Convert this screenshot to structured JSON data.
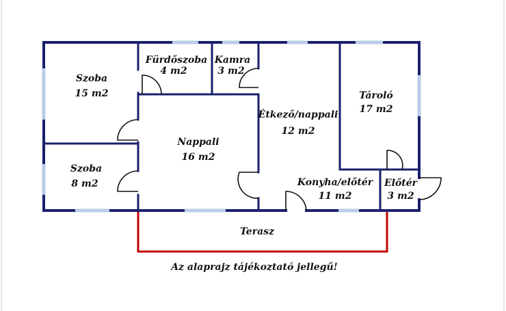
{
  "rooms": [
    {
      "name": "Szoba",
      "area": "15 m2"
    },
    {
      "name": "Fürdőszoba",
      "area": "4 m2"
    },
    {
      "name": "Kamra",
      "area": "3 m2"
    },
    {
      "name": "Étkező/nappali",
      "area": "12 m2"
    },
    {
      "name": "Tároló",
      "area": "17 m2"
    },
    {
      "name": "Nappali",
      "area": "16 m2"
    },
    {
      "name": "Szoba",
      "area": "8 m2"
    },
    {
      "name": "Konyha/előtér",
      "area": "11 m2"
    },
    {
      "name": "Előtér",
      "area": "3 m2"
    }
  ],
  "terrace": {
    "name": "Terasz"
  },
  "note": "Az alaprajz tájékoztató jellegű!",
  "colors": {
    "wall": "#1a1f6e",
    "window": "#b8cde8",
    "door": "#111111",
    "terrace": "#c00000"
  }
}
